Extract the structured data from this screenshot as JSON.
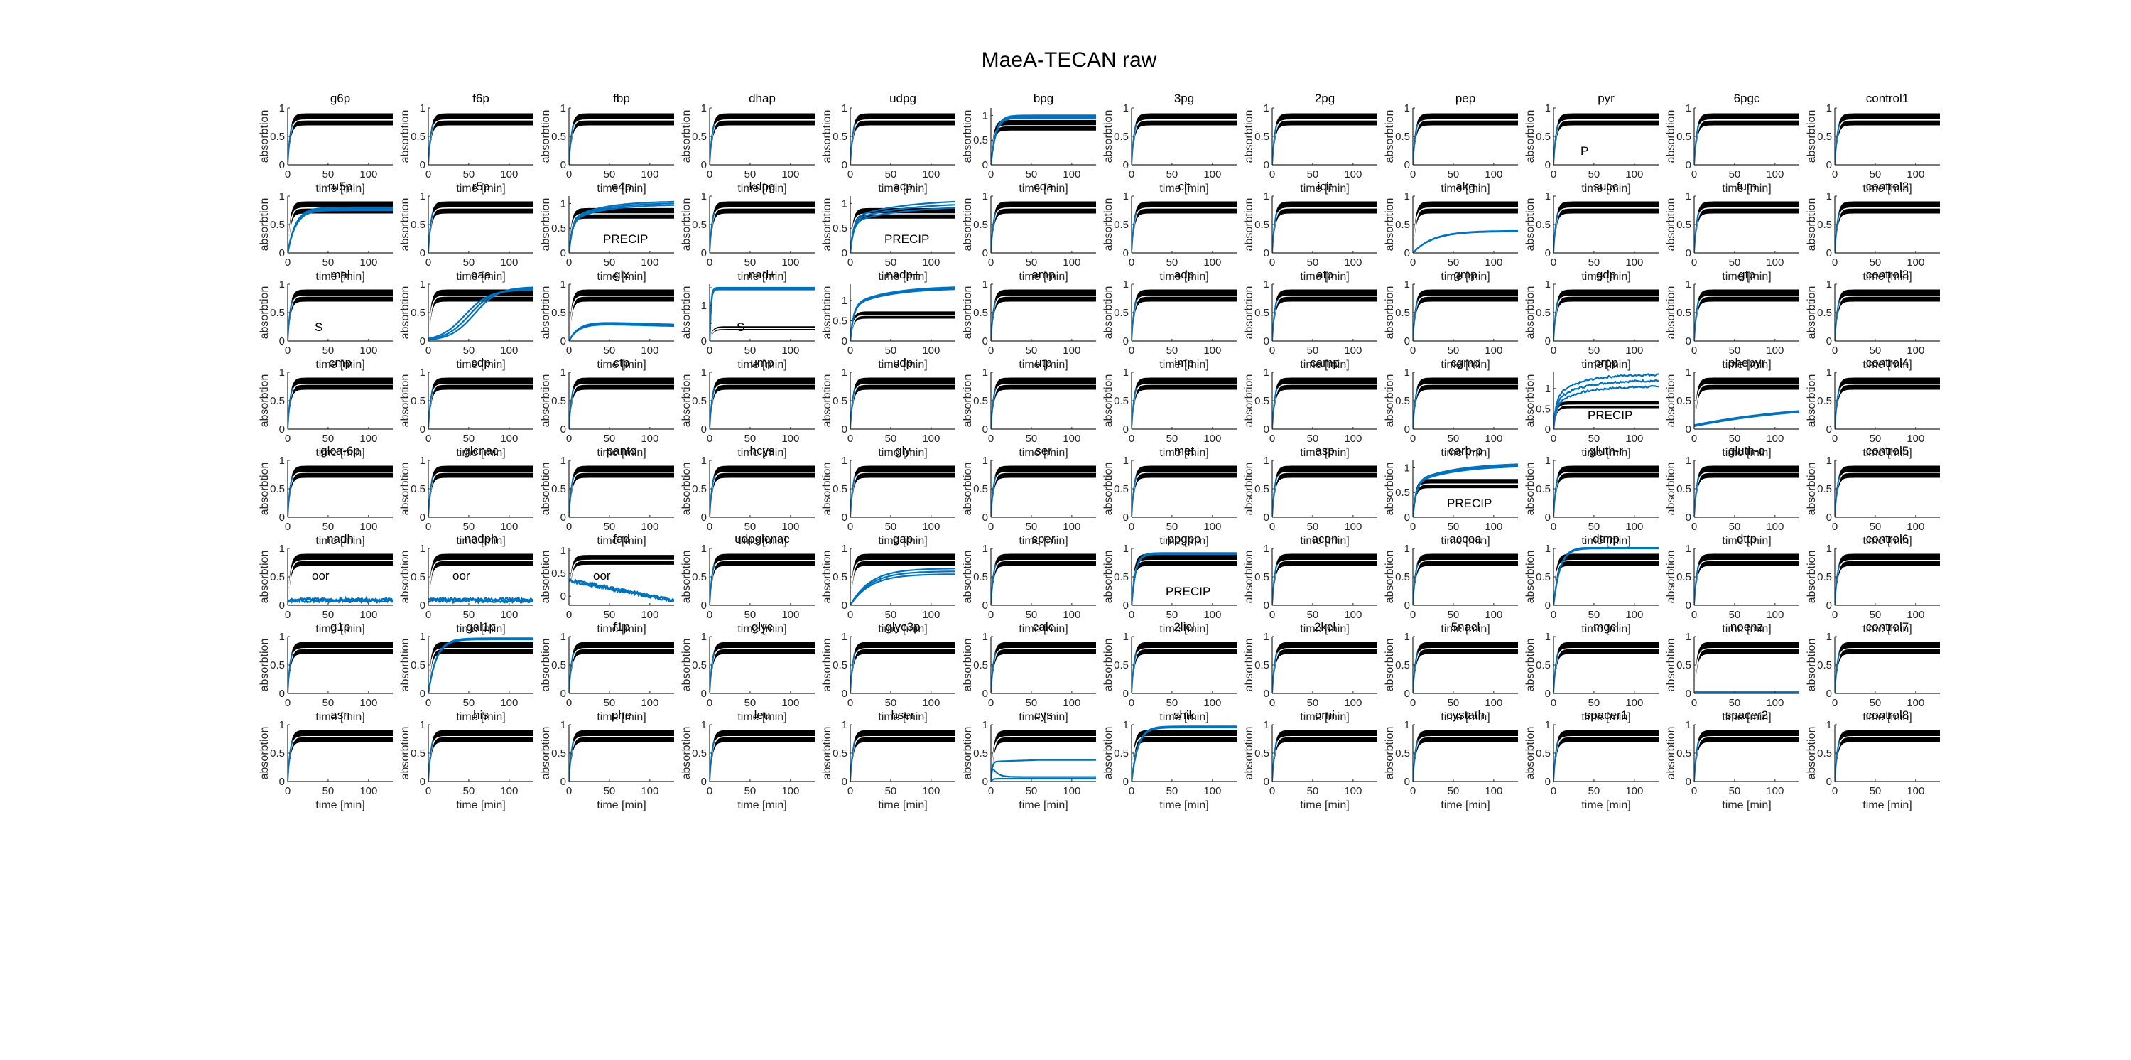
{
  "figure": {
    "title": "MaeA-TECAN raw"
  },
  "colors": {
    "control": "#000000",
    "sample": "#0072BD",
    "axis": "#262626"
  },
  "axes_defaults": {
    "xlabel": "time [min]",
    "ylabel": "absorbtion",
    "xlim": [
      0,
      130
    ],
    "xticks": [
      0,
      50,
      100
    ],
    "ylim": [
      0,
      1
    ],
    "yticks": [
      0,
      0.5,
      1
    ],
    "ytick_labels": [
      "0",
      "0.5",
      "1"
    ],
    "grid": false
  },
  "chart_data": {
    "type": "line",
    "layout": {
      "rows": 8,
      "cols": 12
    },
    "note": "Each panel: black control band (plateau ~0.7-0.9) and blue sample traces of absorbance vs time [min].",
    "panels": [
      {
        "title": "g6p"
      },
      {
        "title": "f6p"
      },
      {
        "title": "fbp"
      },
      {
        "title": "dhap"
      },
      {
        "title": "udpg"
      },
      {
        "title": "bpg",
        "sample": {
          "type": "rise",
          "plateau": [
            0.95,
            1.0
          ],
          "tau": 6
        },
        "ylim": [
          0,
          1.15
        ]
      },
      {
        "title": "3pg"
      },
      {
        "title": "2pg"
      },
      {
        "title": "pep"
      },
      {
        "title": "pyr",
        "annotation": "P"
      },
      {
        "title": "6pgc"
      },
      {
        "title": "control1"
      },
      {
        "title": "ru5p",
        "sample": {
          "type": "rise",
          "plateau": [
            0.75,
            0.8
          ],
          "tau": 10
        }
      },
      {
        "title": "r5p"
      },
      {
        "title": "e4p",
        "annotation": "PRECIP",
        "sample": {
          "type": "rise",
          "plateau": [
            0.98,
            1.05
          ],
          "tau": 40,
          "rise": true
        },
        "ylim": [
          0,
          1.15
        ]
      },
      {
        "title": "kdpg"
      },
      {
        "title": "acp",
        "annotation": "PRECIP",
        "sample": {
          "type": "rise",
          "plateau": [
            0.95,
            1.08
          ],
          "tau": 60,
          "rise": true
        },
        "ylim": [
          0,
          1.15
        ]
      },
      {
        "title": "coa"
      },
      {
        "title": "cit"
      },
      {
        "title": "icit"
      },
      {
        "title": "akg",
        "sample": {
          "type": "rise",
          "plateau": [
            0.38,
            0.39
          ],
          "tau": 25
        }
      },
      {
        "title": "succ"
      },
      {
        "title": "fum"
      },
      {
        "title": "control2"
      },
      {
        "title": "mal",
        "annotation": "S"
      },
      {
        "title": "oaa",
        "sample": {
          "type": "sigmoid",
          "plateau": [
            0.9,
            0.95
          ],
          "mid": 45,
          "scale": 15
        }
      },
      {
        "title": "glx",
        "sample": {
          "type": "peak",
          "plateau": [
            0.27,
            0.3
          ],
          "tau": 12
        }
      },
      {
        "title": "nad+",
        "annotation": "S",
        "control_scale": 0.45,
        "sample": {
          "type": "rise",
          "plateau": [
            1.45,
            1.5
          ],
          "tau": 1.5
        },
        "ylim": [
          0,
          1.6
        ],
        "yticks": [
          0,
          0.5,
          1,
          1.5
        ],
        "ytick_labels": [
          "0",
          "",
          "1",
          ""
        ]
      },
      {
        "title": "nadp+",
        "control_scale": 0.8,
        "sample": {
          "type": "rise",
          "plateau": [
            1.3,
            1.35
          ],
          "tau": 45,
          "rise": true
        },
        "ylim": [
          0,
          1.4
        ],
        "yticks": [
          0,
          0.5,
          1
        ],
        "ytick_labels": [
          "0",
          "0.5",
          "1"
        ]
      },
      {
        "title": "amp"
      },
      {
        "title": "adp"
      },
      {
        "title": "atp"
      },
      {
        "title": "gmp"
      },
      {
        "title": "gdp"
      },
      {
        "title": "gtp"
      },
      {
        "title": "control3"
      },
      {
        "title": "cmp"
      },
      {
        "title": "cdp"
      },
      {
        "title": "ctp"
      },
      {
        "title": "ump"
      },
      {
        "title": "udp"
      },
      {
        "title": "utp"
      },
      {
        "title": "imp"
      },
      {
        "title": "camp"
      },
      {
        "title": "cgmp"
      },
      {
        "title": "prpp",
        "annotation": "PRECIP",
        "control_scale": 0.75,
        "sample": {
          "type": "noisy",
          "plateau": [
            1.05,
            1.35
          ],
          "tau": 30,
          "rise": true
        },
        "ylim": [
          0,
          1.4
        ],
        "yticks": [
          0,
          0.5,
          1
        ],
        "ytick_labels": [
          "0",
          "0.5",
          "1"
        ]
      },
      {
        "title": "phepyr",
        "sample": {
          "type": "linear",
          "from": 0.05,
          "to": 0.3
        }
      },
      {
        "title": "control4"
      },
      {
        "title": "glca-6p"
      },
      {
        "title": "glcnac"
      },
      {
        "title": "panto"
      },
      {
        "title": "hcys"
      },
      {
        "title": "gly"
      },
      {
        "title": "ser"
      },
      {
        "title": "met"
      },
      {
        "title": "asp"
      },
      {
        "title": "carb-p",
        "annotation": "PRECIP",
        "control_scale": 0.85,
        "sample": {
          "type": "rise",
          "plateau": [
            1.05,
            1.1
          ],
          "tau": 50,
          "rise": true
        },
        "ylim": [
          0,
          1.15
        ]
      },
      {
        "title": "gluth-r"
      },
      {
        "title": "gluth-o"
      },
      {
        "title": "control5"
      },
      {
        "title": "nadh",
        "annotation": "oor",
        "sample": {
          "type": "flatnoise",
          "level": 0.08
        }
      },
      {
        "title": "nadph",
        "annotation": "oor",
        "sample": {
          "type": "flatnoise",
          "level": 0.08
        }
      },
      {
        "title": "fad",
        "annotation": "oor",
        "sample": {
          "type": "decline",
          "from": 0.35,
          "to": -0.1
        },
        "ylim": [
          -0.2,
          1.05
        ],
        "yticks": [
          0,
          0.5,
          1
        ],
        "ytick_labels": [
          "0",
          "0.5",
          "1"
        ]
      },
      {
        "title": "udpglcnac"
      },
      {
        "title": "gap",
        "sample": {
          "type": "rise",
          "plateau": [
            0.55,
            0.65
          ],
          "tau": 25
        }
      },
      {
        "title": "sper"
      },
      {
        "title": "ppgpp",
        "annotation": "PRECIP",
        "sample": {
          "type": "rise",
          "plateau": [
            0.9,
            0.92
          ],
          "tau": 5
        }
      },
      {
        "title": "acon"
      },
      {
        "title": "accoa"
      },
      {
        "title": "dtmp",
        "sample": {
          "type": "rise",
          "plateau": [
            1.0,
            1.02
          ],
          "tau": 8
        }
      },
      {
        "title": "dttp"
      },
      {
        "title": "control6"
      },
      {
        "title": "g1p"
      },
      {
        "title": "gal1p",
        "sample": {
          "type": "rise",
          "plateau": [
            0.95,
            0.97
          ],
          "tau": 10
        }
      },
      {
        "title": "f1p"
      },
      {
        "title": "glyc"
      },
      {
        "title": "glyc3p"
      },
      {
        "title": "calc"
      },
      {
        "title": "2licl"
      },
      {
        "title": "2kcl"
      },
      {
        "title": "5nacl"
      },
      {
        "title": "mgcl"
      },
      {
        "title": "noenz",
        "sample": {
          "type": "flat",
          "level": 0.02
        }
      },
      {
        "title": "control7"
      },
      {
        "title": "asn"
      },
      {
        "title": "his"
      },
      {
        "title": "phe"
      },
      {
        "title": "leu"
      },
      {
        "title": "hser"
      },
      {
        "title": "cys",
        "sample": {
          "type": "dip",
          "plateau": [
            0.05,
            0.38
          ],
          "tau": 8
        }
      },
      {
        "title": "shik",
        "sample": {
          "type": "rise",
          "plateau": [
            0.95,
            0.97
          ],
          "tau": 8
        }
      },
      {
        "title": "orni"
      },
      {
        "title": "cystath"
      },
      {
        "title": "spacer1"
      },
      {
        "title": "spacer2"
      },
      {
        "title": "control8"
      }
    ]
  }
}
